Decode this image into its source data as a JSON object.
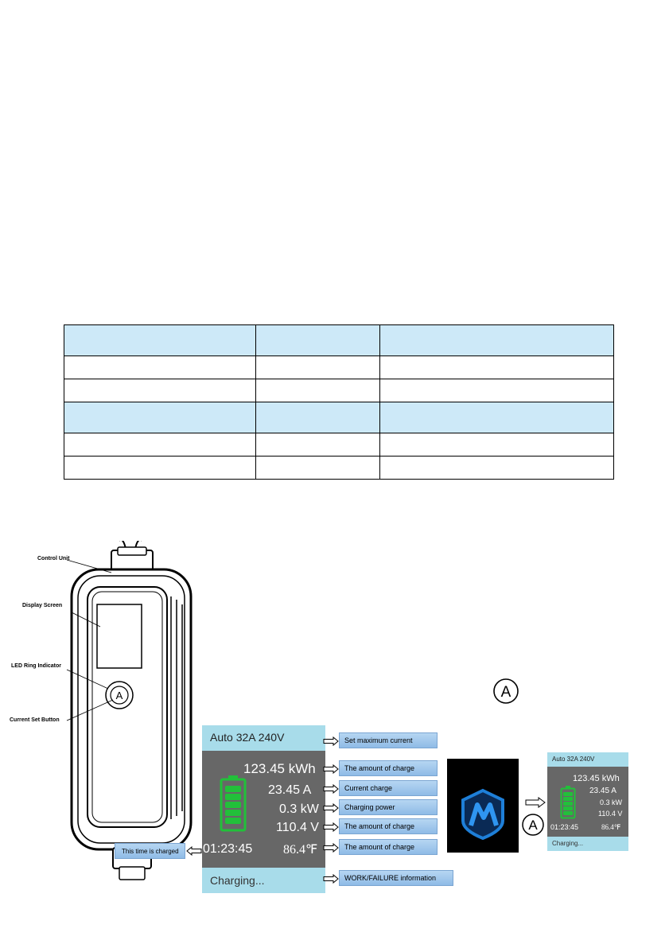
{
  "table": {
    "rows": [
      {
        "header": true,
        "cells": [
          "",
          "",
          ""
        ]
      },
      {
        "header": false,
        "cells": [
          "",
          "",
          ""
        ]
      },
      {
        "header": false,
        "cells": [
          "",
          "",
          ""
        ]
      },
      {
        "header": true,
        "cells": [
          "",
          "",
          ""
        ]
      },
      {
        "header": false,
        "cells": [
          "",
          "",
          ""
        ]
      },
      {
        "header": false,
        "cells": [
          "",
          "",
          ""
        ]
      }
    ]
  },
  "device": {
    "callouts": {
      "control_unit": "Control Unit",
      "display_screen": "Display Screen",
      "led_ring": "LED Ring Indicator",
      "current_set_button": "Current Set Button"
    },
    "button_letter": "A"
  },
  "display": {
    "header": "Auto 32A 240V",
    "energy": "123.45 kWh",
    "current": "23.45 A",
    "power": "0.3 kW",
    "voltage": "110.4 V",
    "time": "01:23:45",
    "temperature": "86.4℉",
    "status": "Charging...",
    "time_label": "This time is charged",
    "battery_color": "#22c03a"
  },
  "labels": [
    "Set maximum current",
    "The amount of charge",
    "Current charge",
    "Charging power",
    "The amount of charge",
    "The amount of charge",
    "WORK/FAILURE information"
  ],
  "a_button_symbol": "A",
  "small_display": {
    "header": "Auto 32A 240V",
    "energy": "123.45 kWh",
    "current": "23.45 A",
    "power": "0.3 kW",
    "voltage": "110.4 V",
    "time": "01:23:45",
    "temperature": "86.4℉",
    "status": "Charging..."
  },
  "colors": {
    "screen_bar": "#a8dcea",
    "screen_body": "#676767",
    "label_box": "#a9cdee",
    "logo_blue": "#1e7fd8"
  }
}
